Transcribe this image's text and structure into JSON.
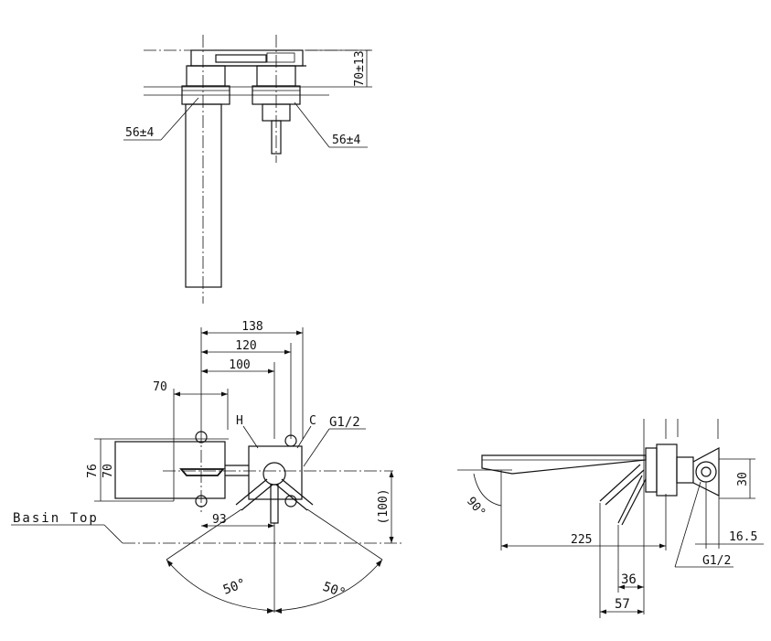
{
  "labels": {
    "top_height": "70±13",
    "top_left_dia": "56±4",
    "top_right_dia": "56±4",
    "w138": "138",
    "w120": "120",
    "w100": "100",
    "w70": "70",
    "h76": "76",
    "h70": "70",
    "mark_h": "H",
    "mark_c": "C",
    "thread_front": "G1/2",
    "basin": "Basin Top",
    "d93": "93",
    "h100": "(100)",
    "ang_left": "50°",
    "ang_right": "50°",
    "side_angle": "90°",
    "side_30": "30",
    "side_225": "225",
    "side_16_5": "16.5",
    "thread_side": "G1/2",
    "side_36": "36",
    "side_57": "57"
  }
}
